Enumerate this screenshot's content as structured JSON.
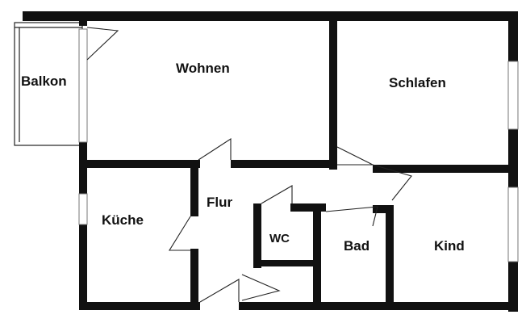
{
  "floorplan": {
    "rooms": {
      "balkon": "Balkon",
      "wohnen": "Wohnen",
      "schlafen": "Schlafen",
      "kueche": "Küche",
      "flur": "Flur",
      "wc": "WC",
      "bad": "Bad",
      "kind": "Kind"
    }
  }
}
